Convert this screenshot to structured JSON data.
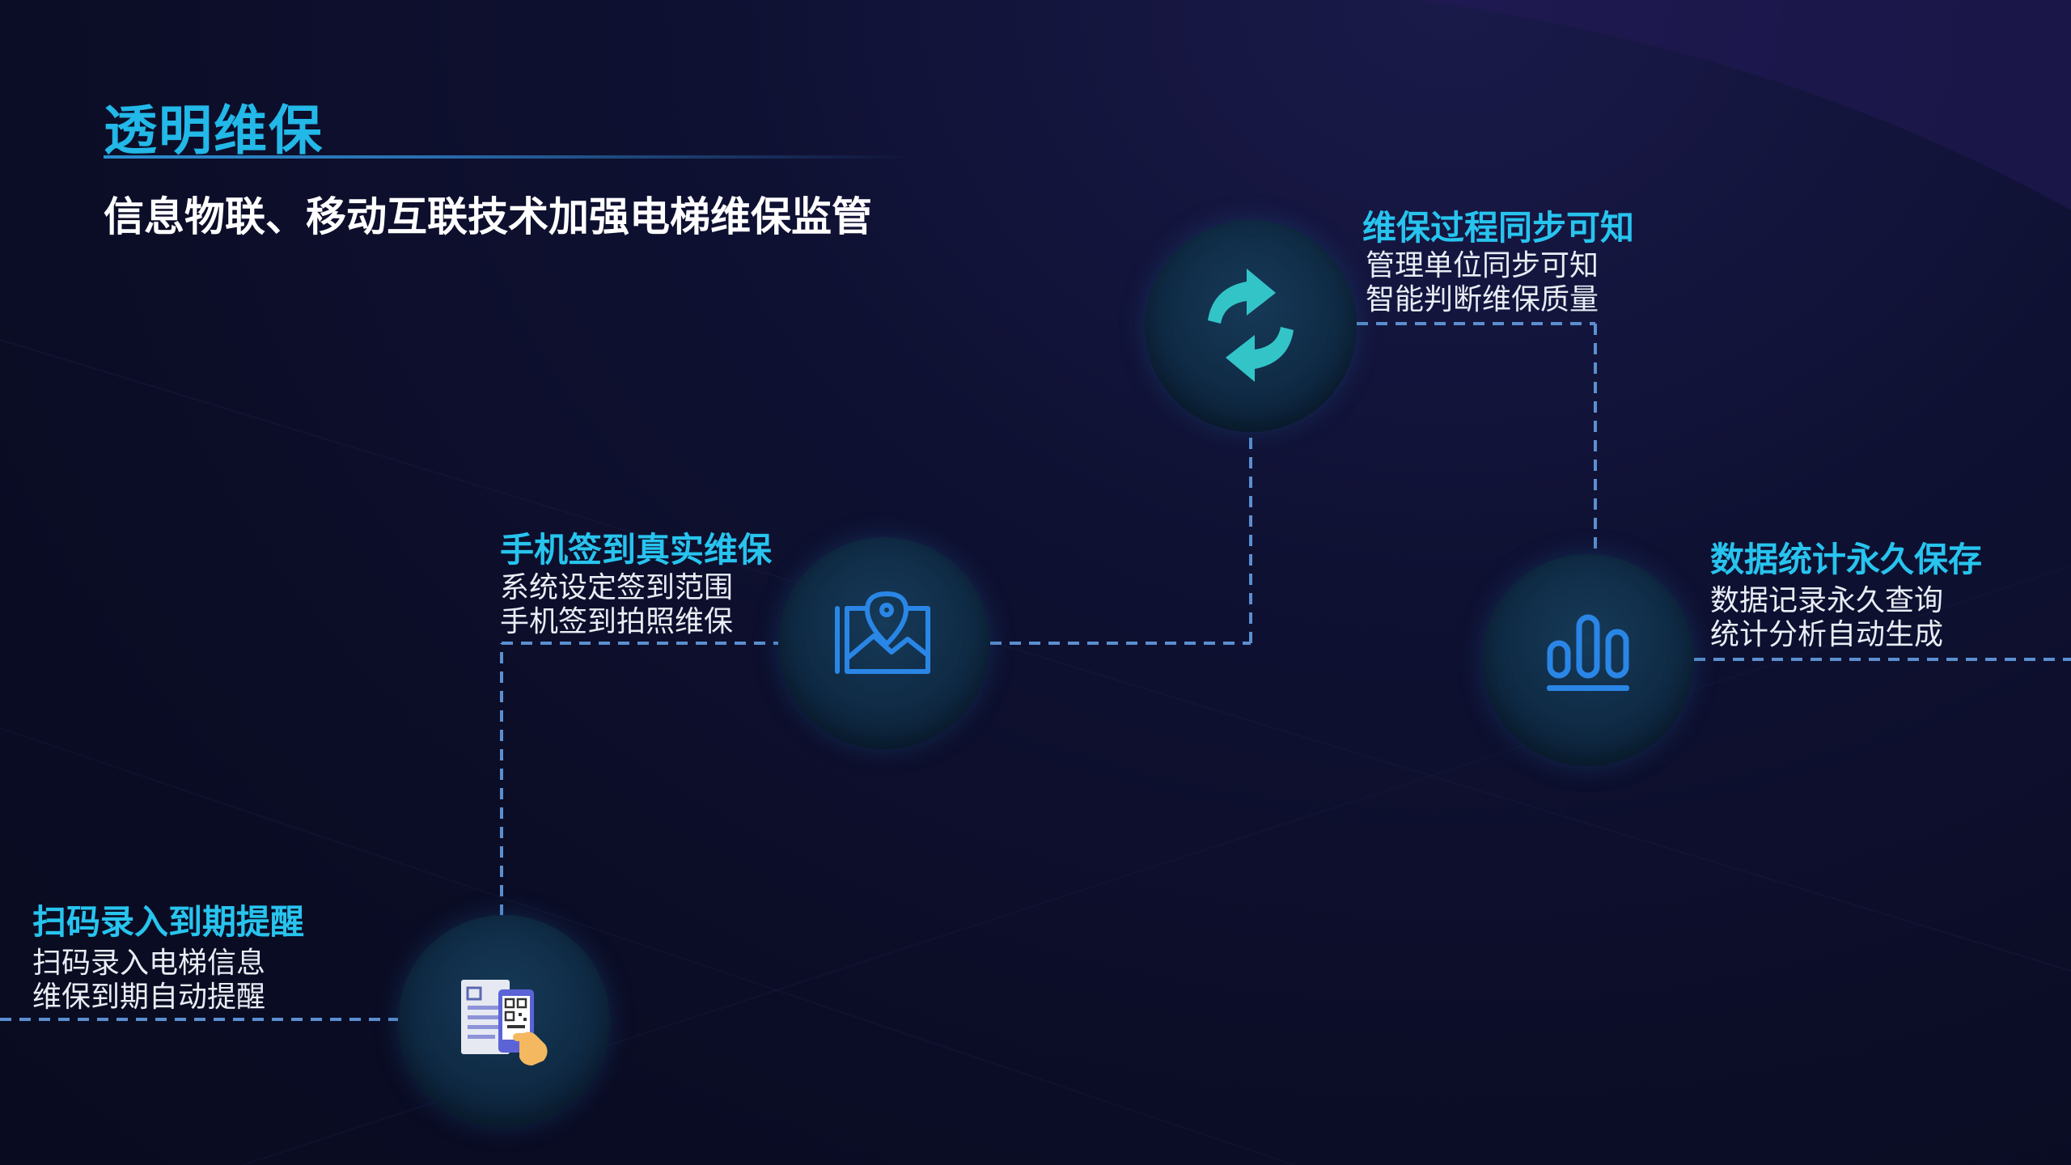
{
  "page": {
    "title": "透明维保",
    "subtitle": "信息物联、移动互联技术加强电梯维保监管"
  },
  "steps": [
    {
      "title": "扫码录入到期提醒",
      "lines": [
        "扫码录入电梯信息",
        "维保到期自动提醒"
      ],
      "icon": "qr-scan-phone-icon"
    },
    {
      "title": "手机签到真实维保",
      "lines": [
        "系统设定签到范围",
        "手机签到拍照维保"
      ],
      "icon": "map-location-icon"
    },
    {
      "title": "维保过程同步可知",
      "lines": [
        "管理单位同步可知",
        "智能判断维保质量"
      ],
      "icon": "sync-arrows-icon"
    },
    {
      "title": "数据统计永久保存",
      "lines": [
        "数据记录永久查询",
        "统计分析自动生成"
      ],
      "icon": "bar-chart-icon"
    }
  ],
  "colors": {
    "accent": "#22b8e8",
    "step_title": "#27c4ee",
    "connector": "#5b8fd0",
    "icon_blue": "#2a86e6",
    "icon_teal": "#33c4c8"
  }
}
